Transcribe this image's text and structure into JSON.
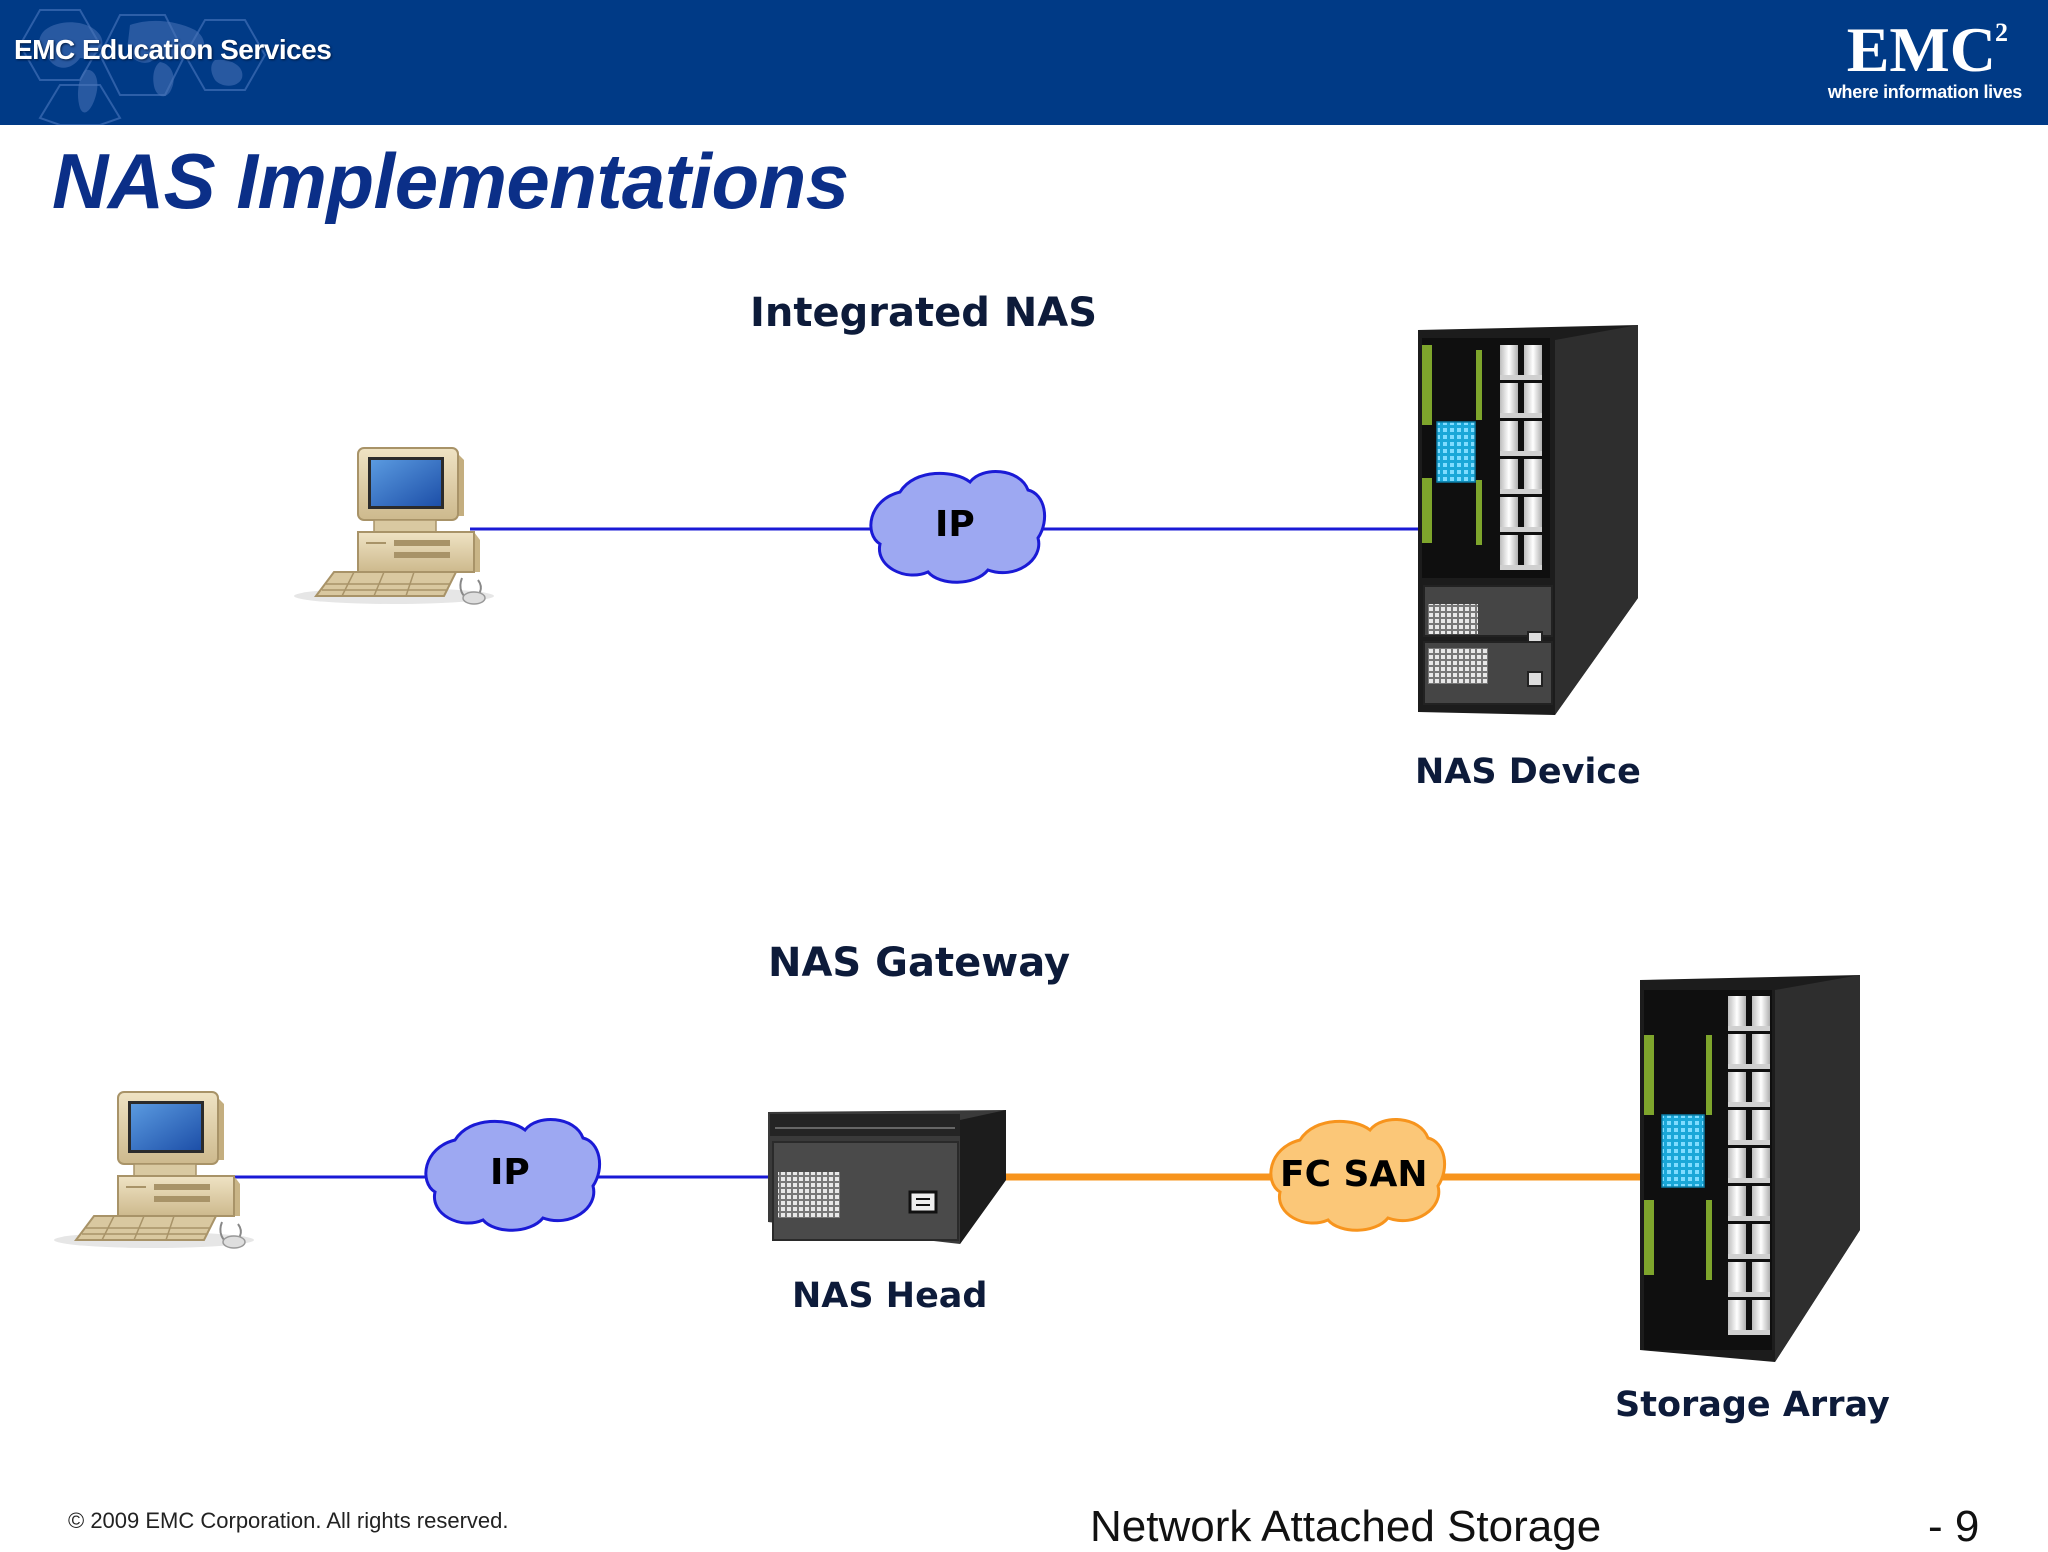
{
  "header": {
    "brand": "EMC Education Services",
    "logo": "EMC",
    "logo_superscript": "2",
    "tagline": "where information lives"
  },
  "title": "NAS Implementations",
  "diagram": {
    "integrated": {
      "heading": "Integrated NAS",
      "cloud_label": "IP",
      "device_label": "NAS Device"
    },
    "gateway": {
      "heading": "NAS Gateway",
      "ip_cloud_label": "IP",
      "head_label": "NAS Head",
      "san_cloud_label": "FC SAN",
      "array_label": "Storage Array"
    },
    "colors": {
      "ip_link": "#1a1ad6",
      "fc_link": "#f7941d",
      "ip_cloud": "#9da8f2",
      "san_cloud": "#fbc778"
    }
  },
  "footer": {
    "copyright": "© 2009 EMC Corporation. All rights reserved.",
    "module": "Network Attached Storage",
    "page": "- 9"
  }
}
